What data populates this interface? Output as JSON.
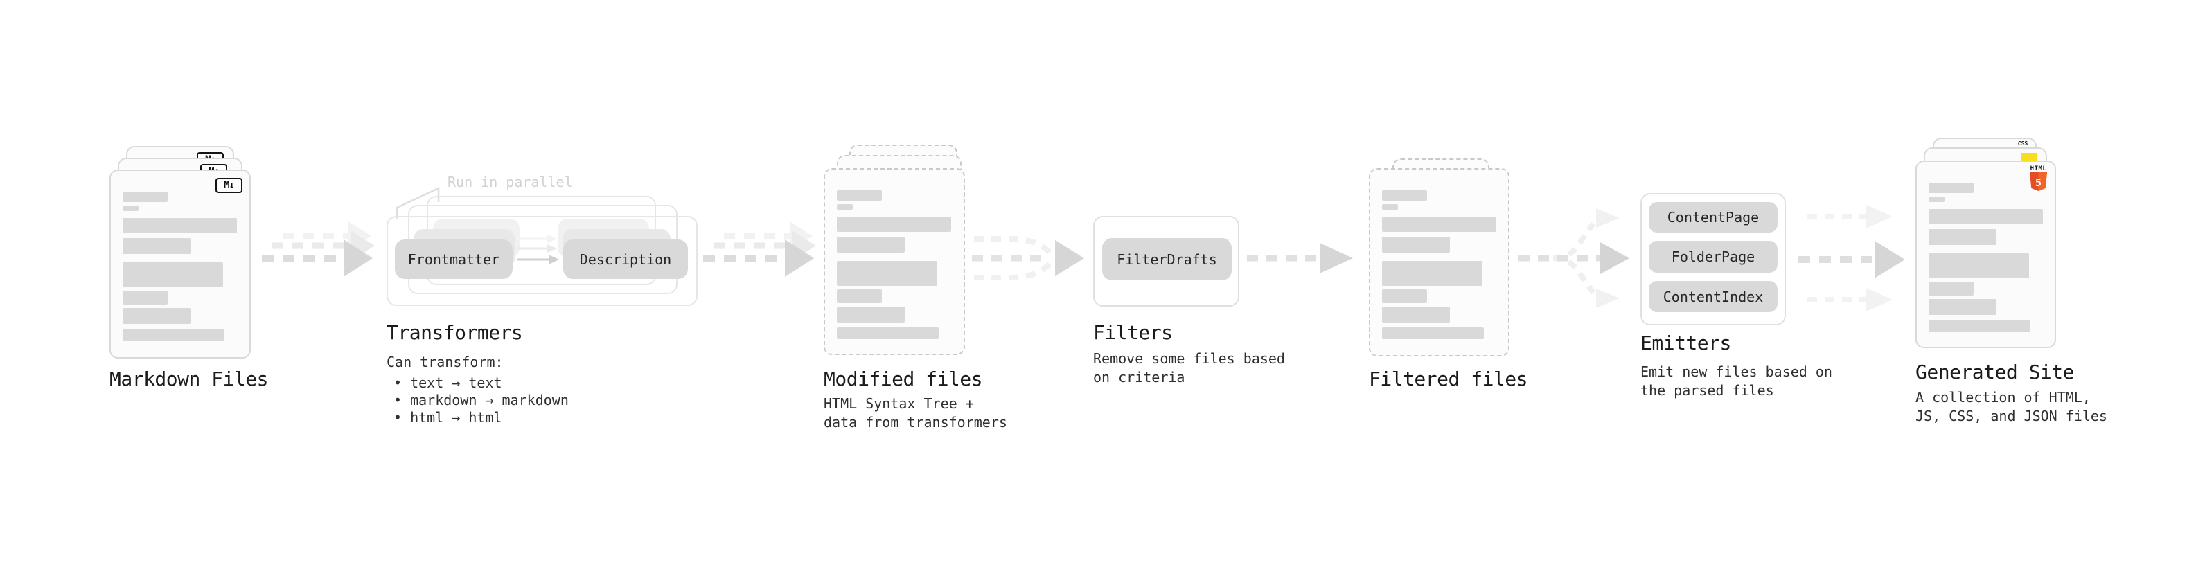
{
  "sections": {
    "markdown_files": {
      "title": "Markdown Files",
      "icon_label": "M↓"
    },
    "transformers": {
      "annotation": "Run in parallel",
      "button_left": "Frontmatter",
      "button_right": "Description",
      "title": "Transformers",
      "subtitle": "Can transform:",
      "bullets": [
        "• text → text",
        "• markdown → markdown",
        "• html → html"
      ]
    },
    "modified_files": {
      "title": "Modified files",
      "description": "HTML Syntax Tree +\ndata from transformers"
    },
    "filters": {
      "button": "FilterDrafts",
      "title": "Filters",
      "description": "Remove some files based\non criteria"
    },
    "filtered_files": {
      "title": "Filtered files"
    },
    "emitters": {
      "buttons": [
        "ContentPage",
        "FolderPage",
        "ContentIndex"
      ],
      "title": "Emitters",
      "description": "Emit new files based on\nthe parsed files"
    },
    "generated_site": {
      "title": "Generated Site",
      "description": "A collection of HTML,\nJS, CSS, and JSON files",
      "icons": {
        "css_label": "CSS",
        "html_label": "HTML",
        "html_five": "5"
      }
    }
  },
  "colors": {
    "node_fill": "#d9d9d9",
    "card_border": "#d9d9d9",
    "dashed_border": "#c9c9c9",
    "arrow_gray": "#dcdcdc",
    "html5_orange": "#e44d26",
    "html5_orange_light": "#f16529",
    "js_yellow": "#f7df1e",
    "css_blue": "#2760e6",
    "annotation_gray": "#d2d2d2"
  }
}
